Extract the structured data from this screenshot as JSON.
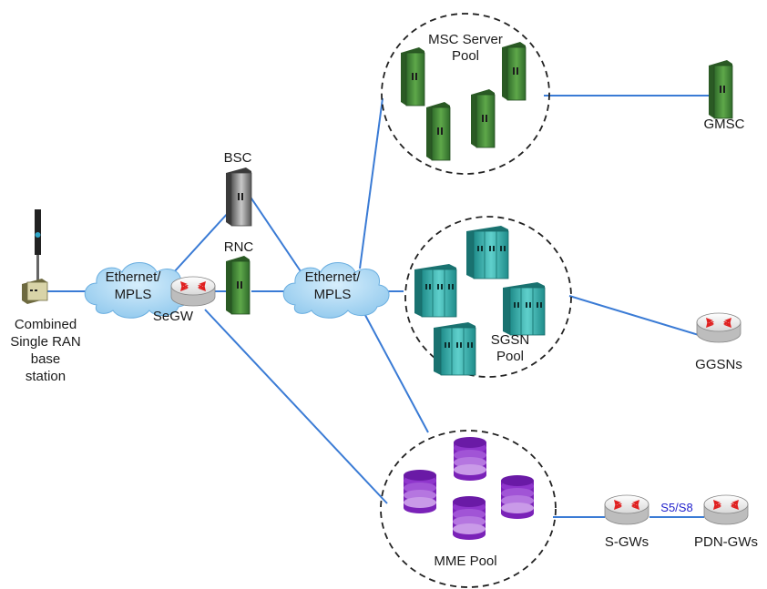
{
  "labels": {
    "msc_pool_line1": "MSC Server",
    "msc_pool_line2": "Pool",
    "gmsc": "GMSC",
    "bsc": "BSC",
    "rnc": "RNC",
    "cloud1_line1": "Ethernet/",
    "cloud1_line2": "MPLS",
    "cloud2_line1": "Ethernet/",
    "cloud2_line2": "MPLS",
    "segw": "SeGW",
    "bs_line1": "Combined",
    "bs_line2": "Single RAN",
    "bs_line3": "base",
    "bs_line4": "station",
    "sgsn_line1": "SGSN",
    "sgsn_line2": "Pool",
    "ggsn": "GGSNs",
    "mme_pool": "MME Pool",
    "sgw": "S-GWs",
    "pdngw": "PDN-GWs",
    "interface": "S5/S8"
  },
  "colors": {
    "link": "#3a7bd5",
    "cloud": "#a9d8f5",
    "cloud_stroke": "#6aaee0",
    "server_green": "#4f8f3e",
    "server_teal": "#3fb7b3",
    "db_purple": "#8a2bc8",
    "router_arrow": "#e02020",
    "interface_text": "#2222cc"
  },
  "icons": [
    "antenna-icon",
    "router-icon",
    "server-icon",
    "database-icon",
    "cloud-icon"
  ]
}
